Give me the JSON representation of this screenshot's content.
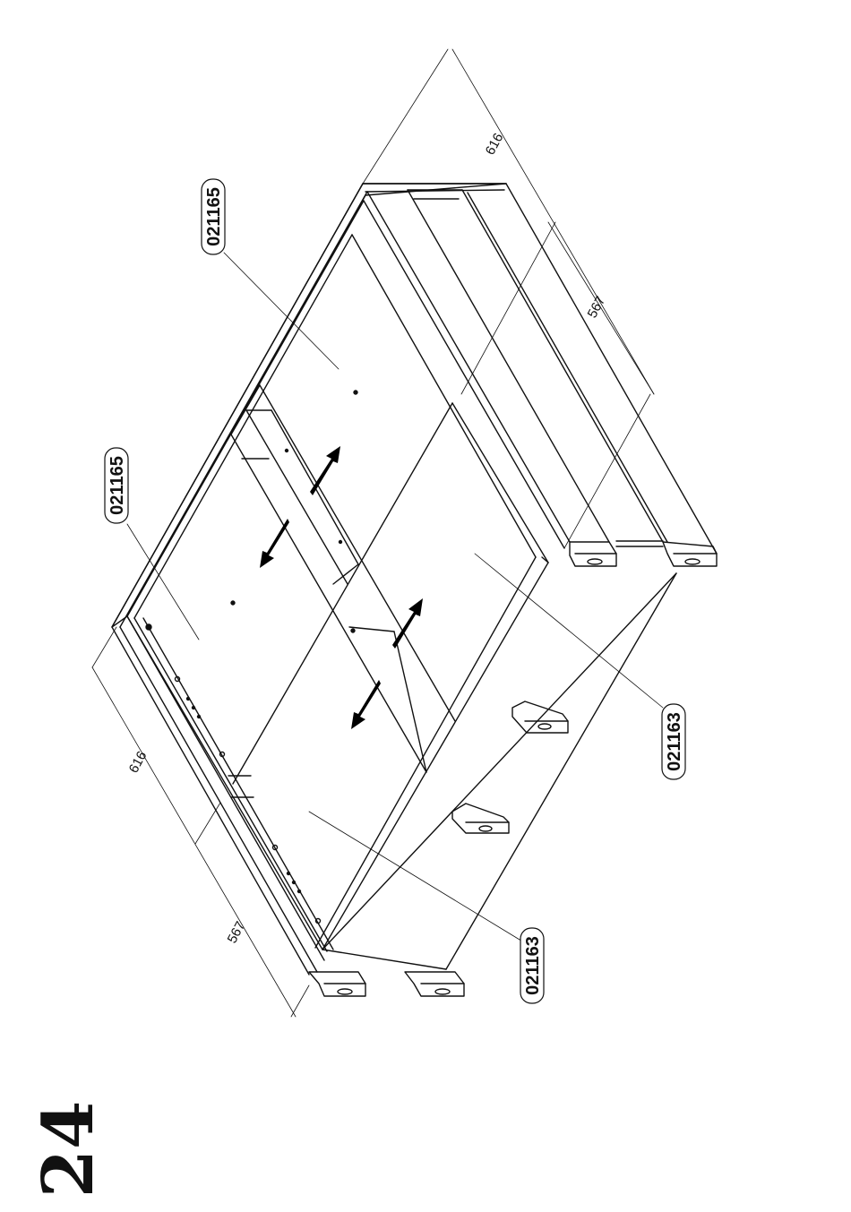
{
  "step": {
    "number": "24"
  },
  "parts": {
    "label_top": "021165",
    "label_upper_left": "021165",
    "label_right": "021163",
    "label_bottom": "021163"
  },
  "dimensions": {
    "top_right_outer": "616",
    "top_right_inner": "567",
    "left_outer": "616",
    "left_inner": "567"
  },
  "colors": {
    "ink": "#111111",
    "paper": "#ffffff",
    "arrow": "#000000"
  }
}
